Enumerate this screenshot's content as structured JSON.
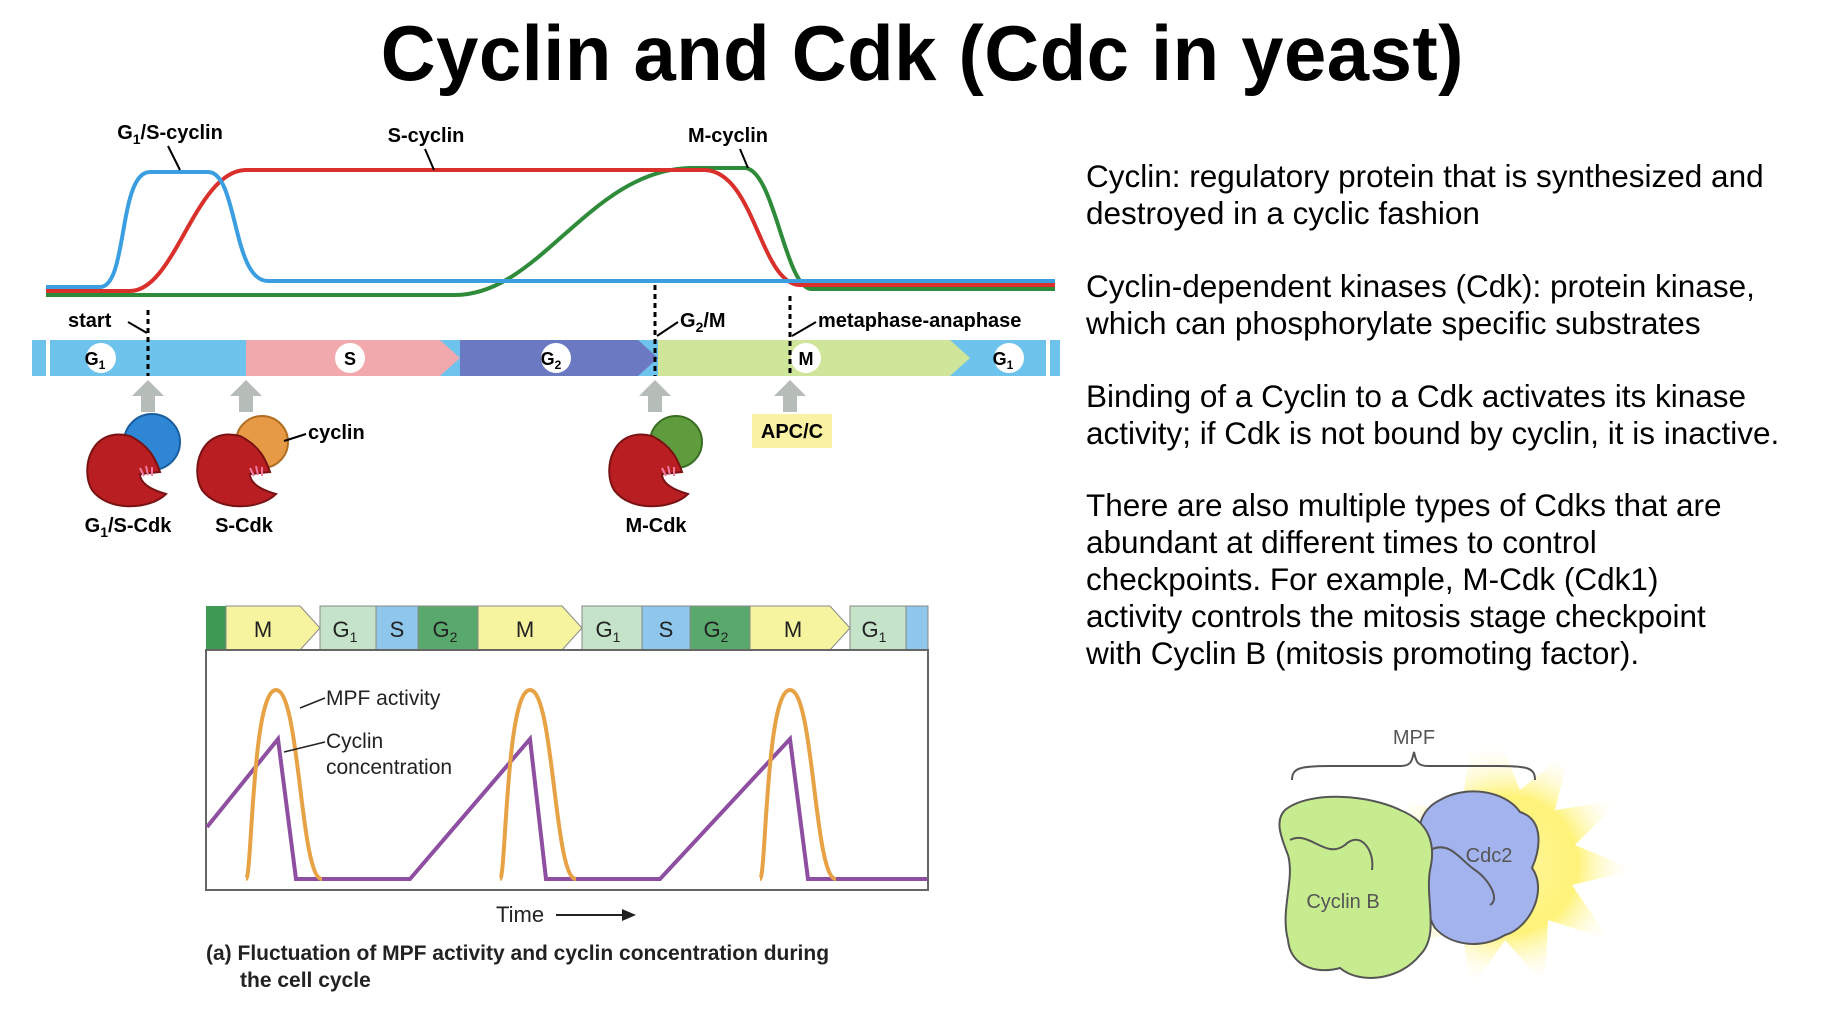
{
  "title": "Cyclin and Cdk (Cdc in yeast)",
  "paragraphs": [
    [
      "Cyclin: regulatory protein that is synthesized and",
      "destroyed in a cyclic fashion"
    ],
    [
      "Cyclin-dependent kinases (Cdk): protein kinase,",
      "which can phosphorylate specific substrates"
    ],
    [
      "Binding of a Cyclin to a Cdk activates its kinase",
      "activity; if Cdk is not bound by cyclin, it is inactive."
    ],
    [
      "There are also multiple types of Cdks that are",
      "abundant at different times to control",
      "checkpoints. For example, M-Cdk (Cdk1)",
      "activity controls the mitosis stage checkpoint",
      "with Cyclin B (mitosis promoting factor)."
    ]
  ],
  "top_diagram": {
    "curve_labels": {
      "g1s_cyclin": "G1/S-cyclin",
      "s_cyclin": "S-cyclin",
      "m_cyclin": "M-cyclin"
    },
    "checkpoints": {
      "start": "start",
      "g2m": "G2/M",
      "meta_ana": "metaphase-anaphase"
    },
    "phases": {
      "g1": "G1",
      "s": "S",
      "g2": "G2",
      "m": "M",
      "g1_end": "G1"
    },
    "apc": "APC/C",
    "cyclin_label": "cyclin",
    "complexes": {
      "g1s_cdk": "G1/S-Cdk",
      "s_cdk": "S-Cdk",
      "m_cdk": "M-Cdk"
    },
    "colors": {
      "g1s": "#3a9ee0",
      "s": "#d9302c",
      "m": "#2e8b3a"
    }
  },
  "bottom_chart": {
    "phase_strip": [
      "M",
      "G1",
      "S",
      "G2",
      "M",
      "G1",
      "S",
      "G2",
      "M",
      "G1"
    ],
    "legend": {
      "mpf": "MPF activity",
      "cyclin_line1": "Cyclin",
      "cyclin_line2": "concentration"
    },
    "xlabel": "Time",
    "caption_line1": "(a) Fluctuation of MPF activity and cyclin concentration during",
    "caption_line2": "the cell cycle",
    "colors": {
      "mpf": "#e8a246",
      "cyclin": "#8e4fa1"
    }
  },
  "mpf_diagram": {
    "mpf_label": "MPF",
    "cyclin_b": "Cyclin B",
    "cdc2": "Cdc2"
  }
}
